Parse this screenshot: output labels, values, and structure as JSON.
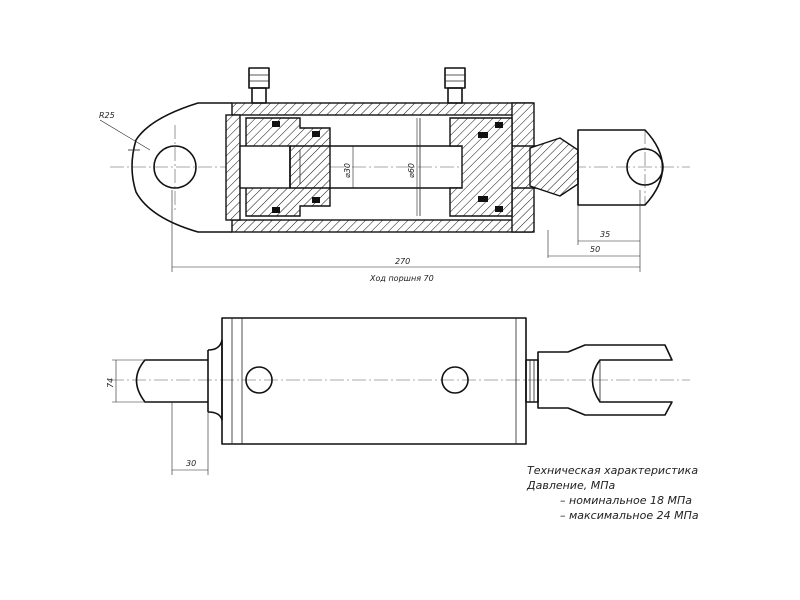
{
  "dimensions": {
    "radius_eye": "R25",
    "rod_diameter": "⌀30",
    "bore_diameter": "⌀60",
    "overall_length": "270",
    "stroke_label": "Ход поршня 70",
    "clevis_35": "35",
    "clevis_50": "50",
    "eye_width": "74",
    "mount_30": "30"
  },
  "tech_spec": {
    "title": "Техническая характеристика",
    "pressure": "Давление, МПа",
    "nominal": "– номинальное    18 МПа",
    "maximum": "– максимальное  24 МПа"
  }
}
